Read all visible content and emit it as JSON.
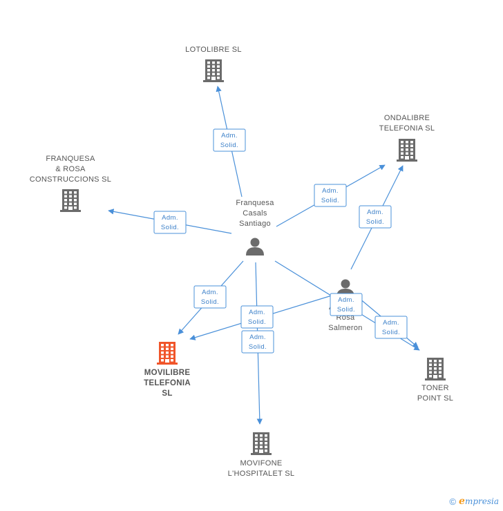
{
  "colors": {
    "edge": "#4a90d9",
    "company": "#6b6b6b",
    "company_focus": "#f0552a",
    "person": "#6b6b6b"
  },
  "nodes": [
    {
      "id": "lotolibre",
      "kind": "company",
      "label": [
        "LOTOLIBRE SL"
      ]
    },
    {
      "id": "ondalibre",
      "kind": "company",
      "label": [
        "ONDALIBRE",
        "TELEFONIA SL"
      ]
    },
    {
      "id": "franquesa_rosa",
      "kind": "company",
      "label": [
        "FRANQUESA",
        "& ROSA",
        "CONSTRUCCIONS SL"
      ]
    },
    {
      "id": "franquesa_casals",
      "kind": "person",
      "label": [
        "Franquesa",
        "Casals",
        "Santiago"
      ]
    },
    {
      "id": "rosa_salmeron",
      "kind": "person",
      "label": [
        "A... Rosa",
        "Rosa",
        "Salmeron"
      ]
    },
    {
      "id": "movilibre",
      "kind": "company",
      "focus": true,
      "label": [
        "MOVILIBRE",
        "TELEFONIA",
        "SL"
      ]
    },
    {
      "id": "toner",
      "kind": "company",
      "label": [
        "TONER",
        "POINT  SL"
      ]
    },
    {
      "id": "movifone",
      "kind": "company",
      "label": [
        "MOVIFONE",
        "L'HOSPITALET SL"
      ]
    }
  ],
  "edges": [
    {
      "from": "franquesa_casals",
      "to": "lotolibre",
      "label": [
        "Adm.",
        "Solid."
      ]
    },
    {
      "from": "franquesa_casals",
      "to": "ondalibre",
      "label": [
        "Adm.",
        "Solid."
      ]
    },
    {
      "from": "franquesa_casals",
      "to": "franquesa_rosa",
      "label": [
        "Adm.",
        "Solid."
      ]
    },
    {
      "from": "franquesa_casals",
      "to": "movilibre",
      "label": [
        "Adm.",
        "Solid."
      ]
    },
    {
      "from": "franquesa_casals",
      "to": "movifone",
      "label": [
        "Adm.",
        "Solid."
      ]
    },
    {
      "from": "franquesa_casals",
      "to": "toner",
      "label": [
        "Adm.",
        "Solid."
      ]
    },
    {
      "from": "rosa_salmeron",
      "to": "ondalibre",
      "label": [
        "Adm.",
        "Solid."
      ]
    },
    {
      "from": "rosa_salmeron",
      "to": "movilibre",
      "label": [
        "Adm.",
        "Solid."
      ]
    },
    {
      "from": "rosa_salmeron",
      "to": "toner",
      "label": [
        "Adm.",
        "Solid."
      ]
    }
  ],
  "footer": {
    "copyright": "©",
    "brand_first": "e",
    "brand_rest": "mpresia"
  }
}
